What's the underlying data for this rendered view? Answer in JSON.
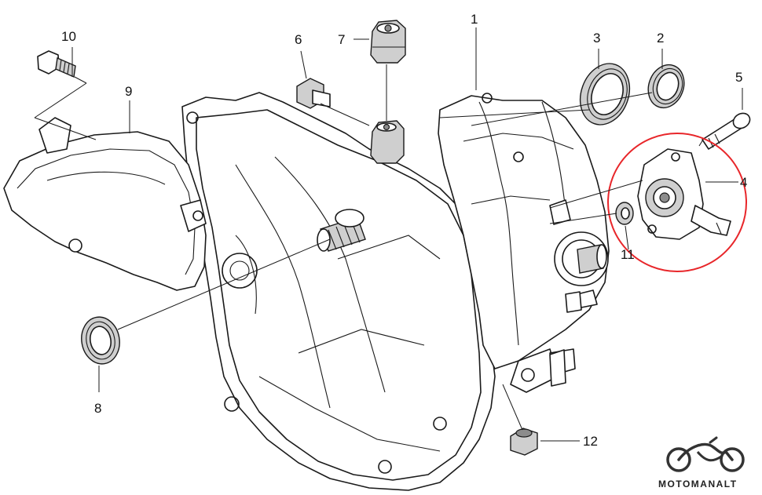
{
  "part_labels": {
    "p1": "1",
    "p2": "2",
    "p3": "3",
    "p4": "4",
    "p5": "5",
    "p6": "6",
    "p7": "7",
    "p8": "8",
    "p9": "9",
    "p10": "10",
    "p11": "11",
    "p12": "12"
  },
  "watermark": {
    "text": "MOTOMANALT",
    "icon": "motorcycle-icon"
  },
  "colors": {
    "highlight_circle": "#e8262a",
    "line": "#1a1a1a"
  }
}
